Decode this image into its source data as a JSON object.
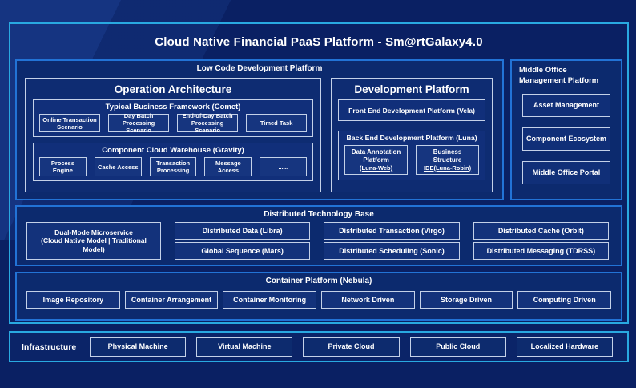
{
  "title": "Cloud Native Financial PaaS Platform - Sm@rtGalaxy4.0",
  "low_code": {
    "label": "Low Code Development Platform",
    "operation_architecture": {
      "title": "Operation Architecture",
      "typical_business_framework": {
        "label": "Typical Business Framework (Comet)",
        "items": [
          "Online Transaction Scenario",
          "Day Batch Processing Scenario",
          "End-of-Day Batch Processing Scenario",
          "Timed Task"
        ]
      },
      "component_cloud_warehouse": {
        "label": "Component Cloud Warehouse (Gravity)",
        "items": [
          "Process Engine",
          "Cache Access",
          "Transaction Processing",
          "Message Access",
          "......"
        ]
      }
    },
    "development_platform": {
      "title": "Development Platform",
      "front_end_label": "Front End Development Platform (Vela)",
      "back_end": {
        "label": "Back End Development Platform (Luna)",
        "items": [
          {
            "main": "Data Annotation Platform",
            "sub": "(Luna-Web)"
          },
          {
            "main": "Business Structure",
            "sub": "IDE(Luna-Robin)"
          }
        ]
      }
    }
  },
  "middle_office": {
    "label": "Middle Office Management Platform",
    "items": [
      "Asset Management",
      "Component Ecosystem",
      "Middle Office Portal"
    ]
  },
  "distributed_base": {
    "label": "Distributed Technology Base",
    "dual_mode": {
      "line1": "Dual-Mode Microservice",
      "line2": "(Cloud Native Model | Traditional Model)"
    },
    "row1": [
      "Distributed Data (Libra)",
      "Distributed Transaction (Virgo)",
      "Distributed Cache (Orbit)"
    ],
    "row2": [
      "Global Sequence (Mars)",
      "Distributed Scheduling (Sonic)",
      "Distributed Messaging (TDRSS)"
    ]
  },
  "container_platform": {
    "label": "Container Platform (Nebula)",
    "items": [
      "Image Repository",
      "Container Arrangement",
      "Container Monitoring",
      "Network Driven",
      "Storage Driven",
      "Computing Driven"
    ]
  },
  "infrastructure": {
    "label": "Infrastructure",
    "items": [
      "Physical Machine",
      "Virtual Machine",
      "Private Cloud",
      "Public Cloud",
      "Localized Hardware"
    ]
  },
  "colors": {
    "background": "#0A2063",
    "accent_border": "#29A9E1",
    "section_border": "#2273D6",
    "panel_border": "#C4D1E8",
    "text": "#FFFFFF"
  }
}
